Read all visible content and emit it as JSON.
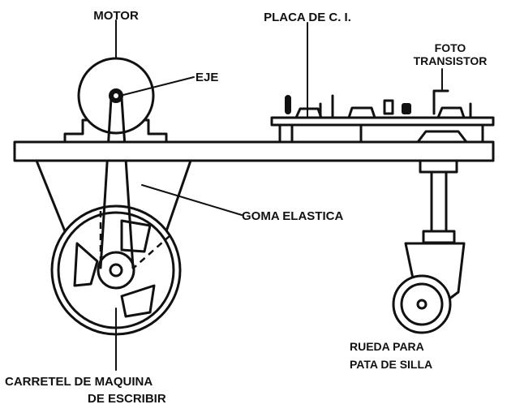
{
  "labels": {
    "motor": "MOTOR",
    "placa": "PLACA DE C. I.",
    "foto": "FOTO",
    "transistor": "TRANSISTOR",
    "eje": "EJE",
    "goma": "GOMA ELASTICA",
    "rueda_1": "RUEDA PARA",
    "rueda_2": "PATA DE SILLA",
    "carretel_1": "CARRETEL DE MAQUINA",
    "carretel_2": "DE ESCRIBIR"
  }
}
